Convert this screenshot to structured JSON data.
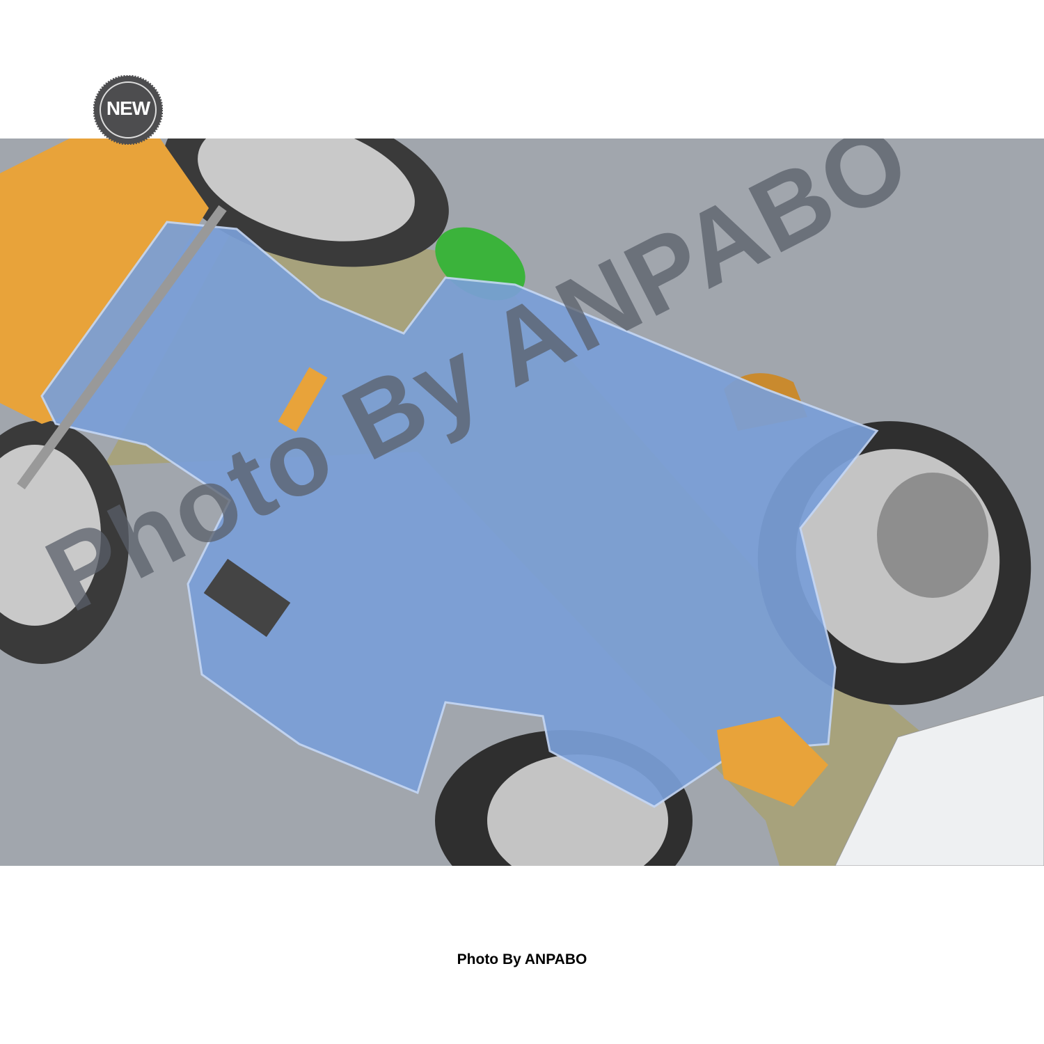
{
  "badge": {
    "label": "NEW",
    "color": "#4d4d4f"
  },
  "watermark": "Photo By ANPABO",
  "caption": "Photo By ANPABO",
  "colors": {
    "background": "#a1a6ad",
    "body": "#7a9fd8",
    "seat": "#e8a33a",
    "chassis": "#a7a277",
    "tire": "#3a3a3a",
    "steering": "#3bb33b"
  }
}
